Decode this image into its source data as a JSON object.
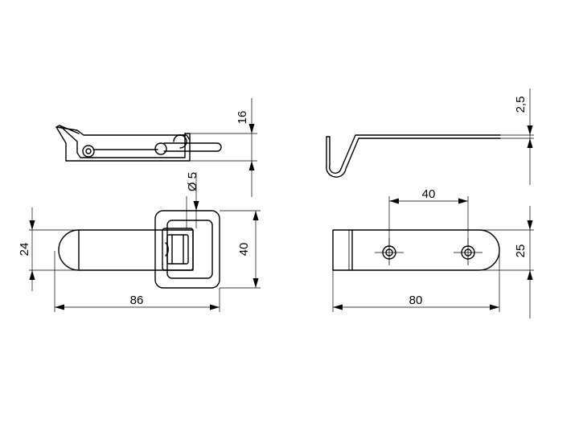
{
  "drawing": {
    "dimensions": {
      "top_height": "16",
      "pin_diameter": "Ø 5",
      "left_height": "24",
      "catch_height": "40",
      "left_length": "86",
      "plate_thickness": "2,5",
      "hole_spacing": "40",
      "plate_height": "25",
      "plate_length": "80"
    }
  }
}
